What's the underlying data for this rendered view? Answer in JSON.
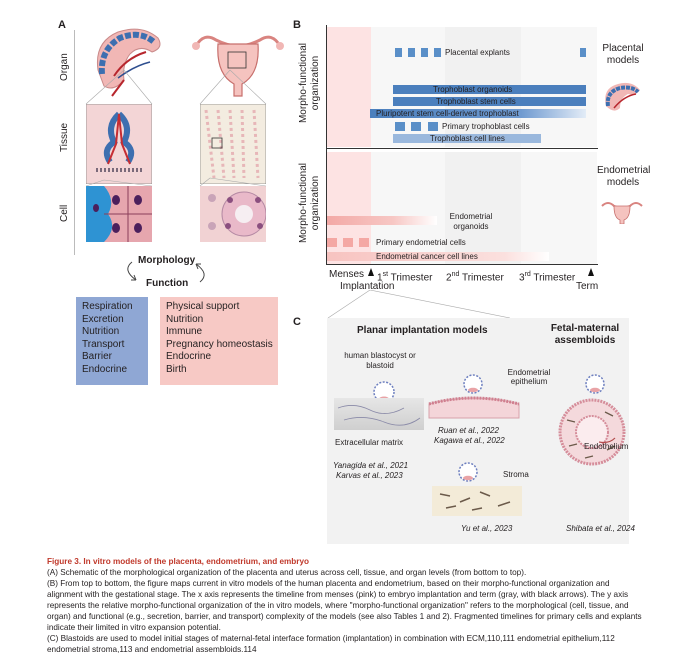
{
  "panelA": {
    "label": "A",
    "levels": [
      "Organ",
      "Tissue",
      "Cell"
    ],
    "morphology": "Morphology",
    "function": "Function",
    "placenta_functions": [
      "Respiration",
      "Excretion",
      "Nutrition",
      "Transport",
      "Barrier",
      "Endocrine"
    ],
    "uterus_functions": [
      "Physical support",
      "Nutrition",
      "Immune",
      "Pregnancy homeostasis",
      "Endocrine",
      "Birth"
    ]
  },
  "panelB": {
    "label": "B",
    "yaxis": "Morpho-functional organization",
    "placental_models": "Placental models",
    "endometrial_models": "Endometrial models",
    "placental_bars": [
      "Placental explants",
      "Trophoblast organoids",
      "Trophoblast stem cells",
      "Pluripotent stem cell-derived trophoblast",
      "Primary trophoblast cells",
      "Trophoblast cell lines"
    ],
    "endometrial_bars": [
      "Endometrial organoids",
      "Primary endometrial cells",
      "Endometrial cancer cell lines"
    ],
    "timeline": {
      "menses": "Menses",
      "implantation": "Implantation",
      "t1": "1",
      "t1_sup": "st",
      "t2": "2",
      "t2_sup": "nd",
      "t3": "3",
      "t3_sup": "rd",
      "trimester": " Trimester",
      "term": "Term"
    }
  },
  "panelC": {
    "label": "C",
    "planar_title": "Planar implantation models",
    "fetal_title": "Fetal-maternal assembloids",
    "blastocyst_label": "human blastocyst or blastoid",
    "ecm_label": "Extracellular matrix",
    "ecm_refs": [
      "Yanagida et al., 2021",
      "Karvas et al., 2023"
    ],
    "epithelium_refs": [
      "Ruan et al., 2022",
      "Kagawa et al., 2022"
    ],
    "endometrial_epithelium": "Endometrial epithelium",
    "stroma": "Stroma",
    "endothelium": "Endothelium",
    "stroma_ref": "Yu et al., 2023",
    "assembloid_ref": "Shibata et al., 2024"
  },
  "caption": {
    "title": "Figure 3. In vitro models of the placenta, endometrium, and embryo",
    "a": "(A) Schematic of the morphological organization of the placenta and uterus across cell, tissue, and organ levels (from bottom to top).",
    "b": "(B) From top to bottom, the figure maps current in vitro models of the human placenta and endometrium, based on their morpho-functional organization and alignment with the gestational stage. The x axis represents the timeline from menses (pink) to embryo implantation and term (gray, with black arrows). The y axis represents the relative morpho-functional organization of the in vitro models, where \"morpho-functional organization\" refers to the morphological (cell, tissue, and organ) and functional (e.g., secretion, barrier, and transport) complexity of the models (see also Tables 1 and 2). Fragmented timelines for primary cells and explants indicate their limited in vitro expansion potential.",
    "c": "(C) Blastoids are used to model initial stages of maternal-fetal interface formation (implantation) in combination with ECM,110,111 endometrial epithelium,112 endometrial stroma,113 and endometrial assembloids.114"
  },
  "colors": {
    "placenta_blue": "#4a7fb8",
    "light_blue": "#9ab8dd",
    "pink": "#f6c3c0",
    "red": "#d9383a",
    "caption_red": "#c0392b",
    "grid_gray": "#e8e8e8"
  }
}
